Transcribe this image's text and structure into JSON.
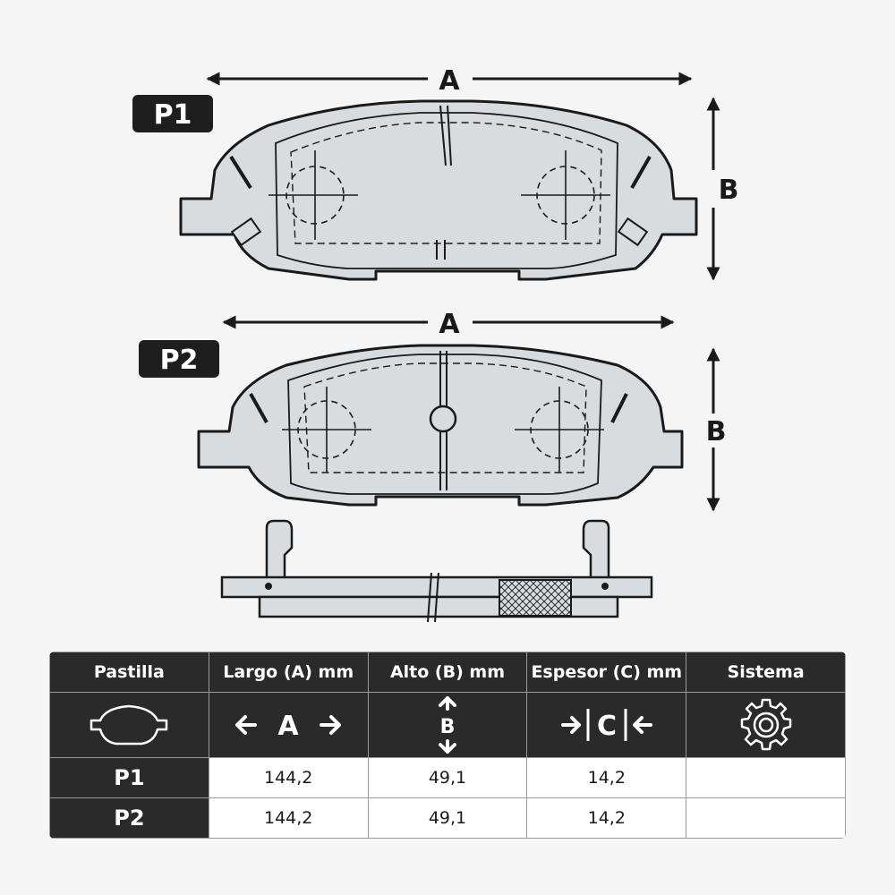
{
  "drawing": {
    "pads": [
      {
        "label": "P1",
        "dim_width": "A",
        "dim_height": "B"
      },
      {
        "label": "P2",
        "dim_width": "A",
        "dim_height": "B"
      }
    ]
  },
  "table": {
    "headers": [
      "Pastilla",
      "Largo (A) mm",
      "Alto (B) mm",
      "Espesor (C) mm",
      "Sistema"
    ],
    "icons": {
      "pad": "pad-outline-icon",
      "largo_letter": "A",
      "alto_letter": "B",
      "espesor_letter": "C",
      "sistema": "gear-icon"
    },
    "rows": [
      {
        "pastilla": "P1",
        "largo": "144,2",
        "alto": "49,1",
        "espesor": "14,2",
        "sistema": ""
      },
      {
        "pastilla": "P2",
        "largo": "144,2",
        "alto": "49,1",
        "espesor": "14,2",
        "sistema": ""
      }
    ]
  },
  "colors": {
    "pad_fill": "#d8dcdf",
    "outline": "#1a1a1a",
    "header_bg": "#2a2a2a",
    "background": "#f5f5f5"
  }
}
